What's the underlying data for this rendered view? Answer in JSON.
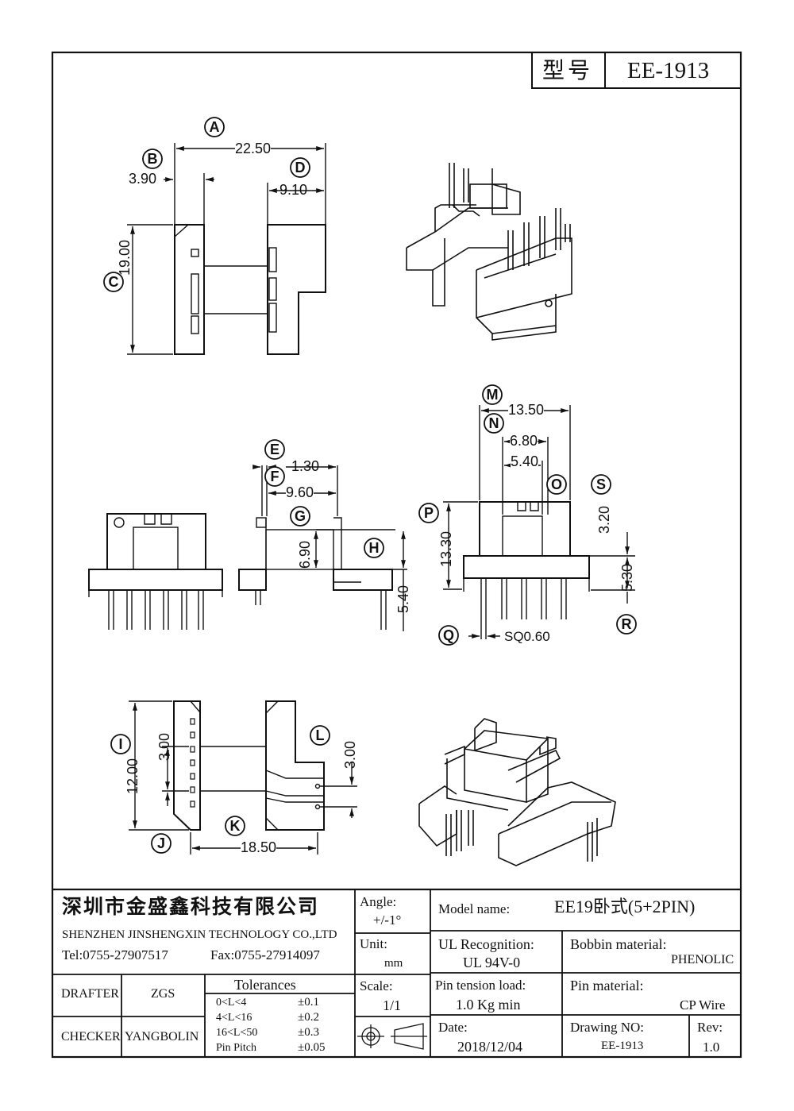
{
  "header": {
    "label": "型号",
    "part_no": "EE-1913"
  },
  "dimensions": {
    "A": "22.50",
    "B": "3.90",
    "C": "19.00",
    "D": "9.10",
    "E": "1.30",
    "F": "9.60",
    "G": "6.90",
    "H": "5.40",
    "I": "12.00",
    "I2": "3.00",
    "L": "3.00",
    "K": "18.50",
    "M": "13.50",
    "N": "6.80",
    "O": "5.40",
    "P": "13.30",
    "S": "3.20",
    "R": "5.30",
    "Q": "SQ0.60"
  },
  "callouts": [
    "A",
    "B",
    "C",
    "D",
    "E",
    "F",
    "G",
    "H",
    "I",
    "J",
    "K",
    "L",
    "M",
    "N",
    "O",
    "P",
    "Q",
    "R",
    "S"
  ],
  "title_block": {
    "company_cn": "深圳市金盛鑫科技有限公司",
    "company_en": "SHENZHEN JINSHENGXIN TECHNOLOGY CO.,LTD",
    "tel": "Tel:0755-27907517",
    "fax": "Fax:0755-27914097",
    "drafter_label": "DRAFTER",
    "drafter": "ZGS",
    "checker_label": "CHECKER",
    "checker": "YANGBOLIN",
    "tolerances_title": "Tolerances",
    "tolerances": [
      {
        "range": "0<L<4",
        "value": "±0.1"
      },
      {
        "range": "4<L<16",
        "value": "±0.2"
      },
      {
        "range": "16<L<50",
        "value": "±0.3"
      },
      {
        "range": "Pin Pitch",
        "value": "±0.05"
      }
    ],
    "angle_label": "Angle:",
    "angle_value": "+/-1°",
    "unit_label": "Unit:",
    "unit_value": "mm",
    "scale_label": "Scale:",
    "scale_value": "1/1",
    "model_label": "Model name:",
    "model_value": "EE19卧式(5+2PIN)",
    "ul_label": "UL Recognition:",
    "ul_value": "UL 94V-0",
    "bobbin_label": "Bobbin material:",
    "bobbin_value": "PHENOLIC",
    "pin_tension_label": "Pin tension load:",
    "pin_tension_value": "1.0 Kg min",
    "pin_material_label": "Pin material:",
    "pin_material_value": "CP Wire",
    "date_label": "Date:",
    "date_value": "2018/12/04",
    "drawing_no_label": "Drawing NO:",
    "drawing_no_value": "EE-1913",
    "rev_label": "Rev:",
    "rev_value": "1.0"
  }
}
